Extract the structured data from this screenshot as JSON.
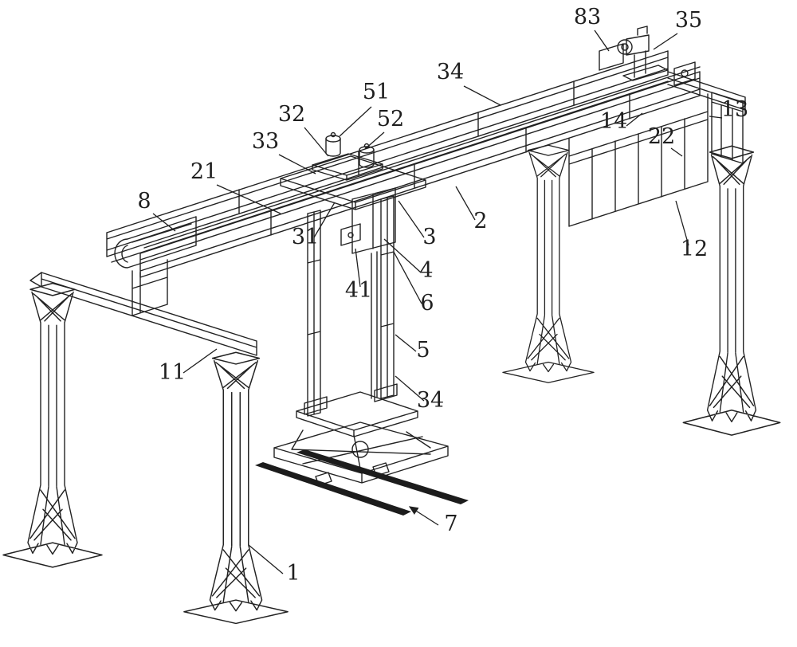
{
  "figure": {
    "line_color": "#222222",
    "rail_fill_color": "#1c1c1c",
    "background_color": "#ffffff"
  },
  "labels": [
    {
      "text": "83"
    },
    {
      "text": "35"
    },
    {
      "text": "34"
    },
    {
      "text": "51"
    },
    {
      "text": "52"
    },
    {
      "text": "32"
    },
    {
      "text": "33"
    },
    {
      "text": "13"
    },
    {
      "text": "14"
    },
    {
      "text": "22"
    },
    {
      "text": "21"
    },
    {
      "text": "8"
    },
    {
      "text": "2"
    },
    {
      "text": "31"
    },
    {
      "text": "3"
    },
    {
      "text": "4"
    },
    {
      "text": "41"
    },
    {
      "text": "6"
    },
    {
      "text": "12"
    },
    {
      "text": "5"
    },
    {
      "text": "11"
    },
    {
      "text": "34"
    },
    {
      "text": "7"
    },
    {
      "text": "1"
    }
  ]
}
